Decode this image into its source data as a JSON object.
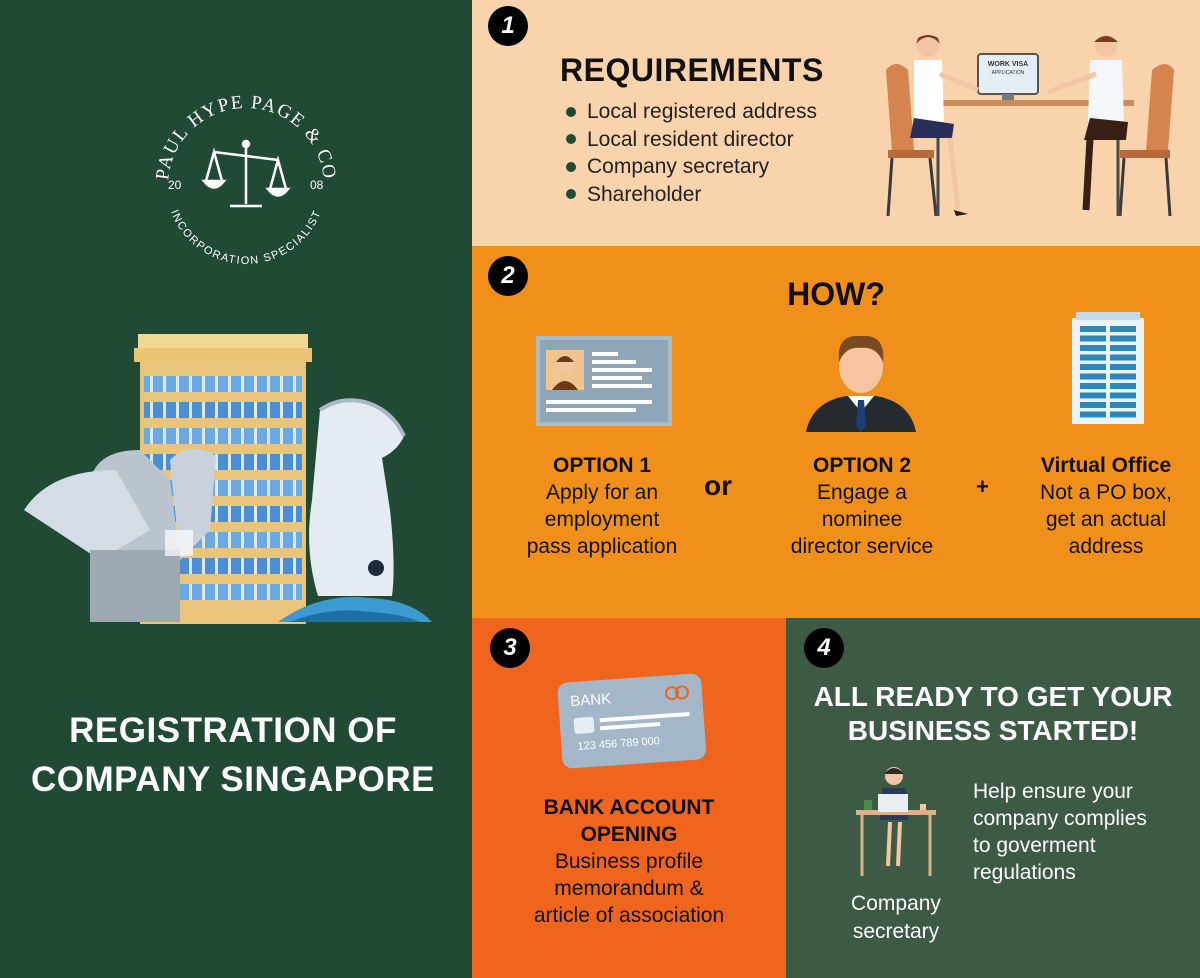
{
  "colors": {
    "left_bg": "#214a35",
    "panel1_bg": "#f8d3ab",
    "panel2_bg": "#f0901a",
    "panel3_bg": "#f0651e",
    "panel4_bg": "#3d5a44"
  },
  "logo": {
    "arc_text": "PAUL HYPE PAGE & CO",
    "year_left": "20",
    "year_right": "08",
    "bottom_text": "INCORPORATION SPECIALIST"
  },
  "left": {
    "title_line1": "REGISTRATION OF",
    "title_line2": "COMPANY SINGAPORE"
  },
  "step1": {
    "number": "1",
    "title": "REQUIREMENTS",
    "items": [
      "Local registered address",
      "Local resident director",
      "Company secretary",
      "Shareholder"
    ],
    "monitor_text_1": "WORK VISA",
    "monitor_text_2": "APPLICATION"
  },
  "step2": {
    "number": "2",
    "title": "HOW?",
    "option1": {
      "title": "OPTION 1",
      "lines": [
        "Apply for an",
        "employment",
        "pass application"
      ]
    },
    "connector_or": "or",
    "option2": {
      "title": "OPTION 2",
      "lines": [
        "Engage a",
        "nominee",
        "director service"
      ]
    },
    "connector_plus": "+",
    "option3": {
      "title": "Virtual Office",
      "lines": [
        "Not a PO box,",
        "get an actual",
        "address"
      ]
    }
  },
  "step3": {
    "number": "3",
    "card_bank": "BANK",
    "card_number": "123 456 789 000",
    "title_line1": "BANK ACCOUNT",
    "title_line2": "OPENING",
    "lines": [
      "Business profile",
      "memorandum &",
      "article of association"
    ]
  },
  "step4": {
    "number": "4",
    "title_line1": "ALL READY TO GET YOUR",
    "title_line2": "BUSINESS STARTED!",
    "lines": [
      "Help ensure your",
      "company complies",
      "to goverment",
      "regulations"
    ],
    "label_line1": "Company",
    "label_line2": "secretary"
  }
}
